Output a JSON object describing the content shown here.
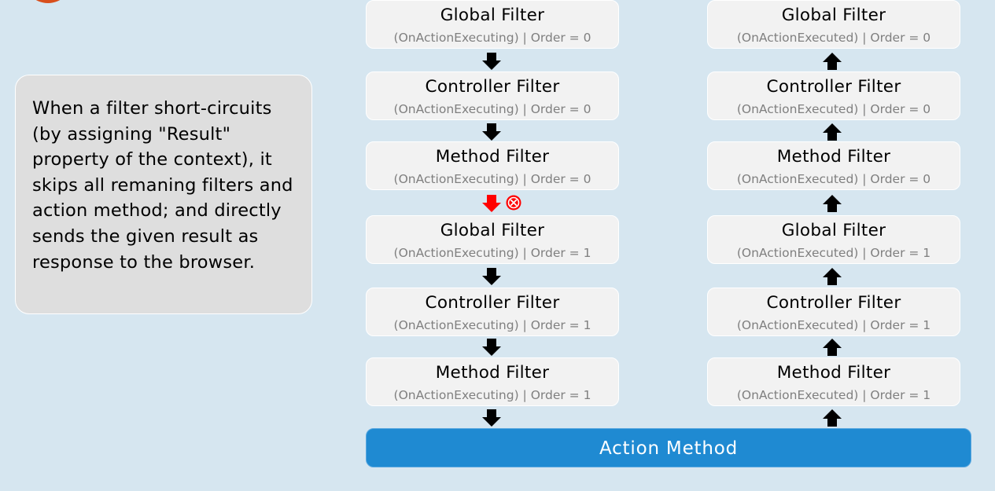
{
  "note": {
    "text": "When a filter short-circuits (by assigning \"Result\" property of the context), it skips all remaning filters and action method; and directly sends the given result as response to the browser."
  },
  "executing_chain": [
    {
      "title": "Global Filter",
      "subtitle": "(OnActionExecuting) | Order = 0"
    },
    {
      "title": "Controller Filter",
      "subtitle": "(OnActionExecuting) | Order = 0"
    },
    {
      "title": "Method Filter",
      "subtitle": "(OnActionExecuting) | Order = 0"
    },
    {
      "title": "Global Filter",
      "subtitle": "(OnActionExecuting) | Order = 1"
    },
    {
      "title": "Controller Filter",
      "subtitle": "(OnActionExecuting) | Order = 1"
    },
    {
      "title": "Method Filter",
      "subtitle": "(OnActionExecuting) | Order = 1"
    }
  ],
  "executed_chain": [
    {
      "title": "Global Filter",
      "subtitle": "(OnActionExecuted) | Order = 0"
    },
    {
      "title": "Controller Filter",
      "subtitle": "(OnActionExecuted) | Order = 0"
    },
    {
      "title": "Method Filter",
      "subtitle": "(OnActionExecuted) | Order = 0"
    },
    {
      "title": "Global Filter",
      "subtitle": "(OnActionExecuted) | Order = 1"
    },
    {
      "title": "Controller Filter",
      "subtitle": "(OnActionExecuted) | Order = 1"
    },
    {
      "title": "Method Filter",
      "subtitle": "(OnActionExecuted) | Order = 1"
    }
  ],
  "short_circuit_after_step": 3,
  "action": {
    "label": "Action Method"
  },
  "colors": {
    "background": "#d6e6f0",
    "box": "#f2f2f2",
    "action": "#1f8ad2",
    "arrow": "#000000",
    "short_circuit_arrow": "#ff0000",
    "stop_icon": "#ff0000"
  }
}
